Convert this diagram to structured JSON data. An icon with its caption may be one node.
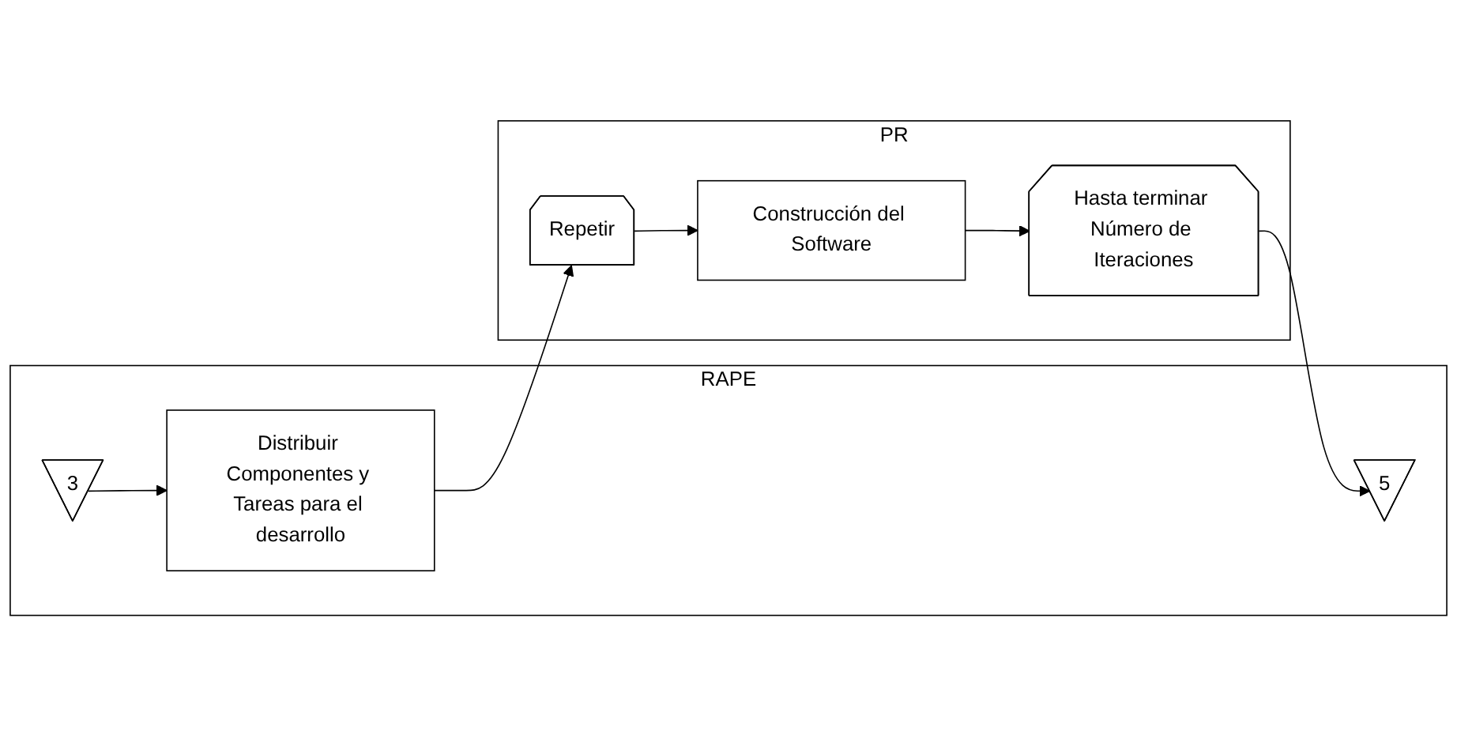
{
  "diagram": {
    "nodes": [
      {
        "text": [
          "RAPE"
        ]
      },
      {
        "text": [
          "3"
        ],
        "in": 0
      },
      {
        "text": [
          "Distribuir Componentes y Tareas para el desarrollo"
        ],
        "in": 0
      },
      {
        "text": [
          "5"
        ],
        "in": 0
      },
      {
        "text": [
          "PR"
        ]
      },
      {
        "text": [
          "Repetir"
        ],
        "in": 4
      },
      {
        "text": [
          "Construcción del Software"
        ],
        "in": 4
      },
      {
        "text": [
          "Hasta terminar Número de Iteraciones"
        ],
        "in": 4
      }
    ],
    "edges": [
      {
        "from": 1,
        "to": 2,
        "arrow": "to"
      },
      {
        "from": 2,
        "to": 5,
        "arrow": "to"
      },
      {
        "from": 5,
        "to": 6,
        "arrow": "to"
      },
      {
        "from": 6,
        "to": 7,
        "arrow": "to"
      },
      {
        "from": 7,
        "to": 3,
        "arrow": "to"
      }
    ]
  }
}
